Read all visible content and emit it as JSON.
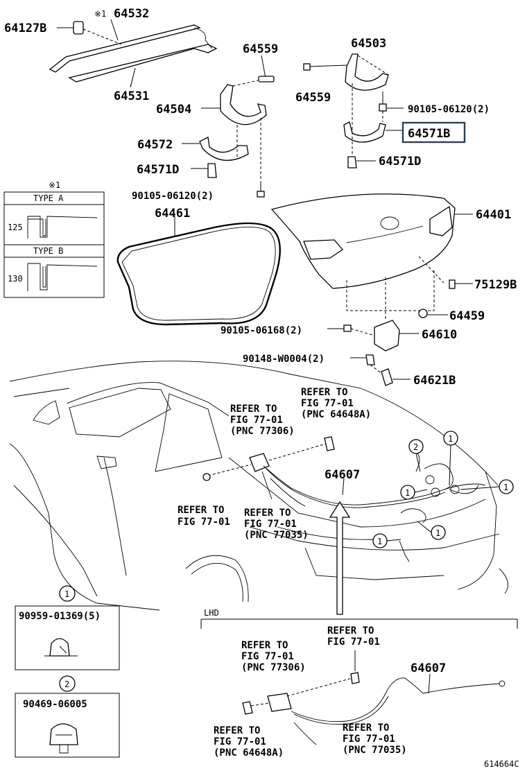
{
  "labels": {
    "p64532": "64532",
    "p64127B": "64127B",
    "p64531": "64531",
    "p64559a": "64559",
    "p64504": "64504",
    "p64572": "64572",
    "p64571D_left": "64571D",
    "bolt_left": "90105-06120(2)",
    "p64503": "64503",
    "p64559b": "64559",
    "bolt_right": "90105-06120(2)",
    "p64571B": "64571B",
    "p64571D_right": "64571D",
    "p64461": "64461",
    "p64401": "64401",
    "p75129B": "75129B",
    "p64459": "64459",
    "bolt_lock": "90105-06168(2)",
    "p64610": "64610",
    "screw": "90148-W0004(2)",
    "p64621B": "64621B",
    "p64607_main": "64607",
    "p64607_lhd": "64607",
    "clip1_part": "90959-01369(5)",
    "clip2_part": "90469-06005",
    "figure_id": "614664C",
    "lhd": "LHD",
    "note_mark": "※1",
    "note_mark_top": "※1",
    "type_a": "TYPE A",
    "type_b": "TYPE B",
    "dim_a": "125",
    "dim_b": "130",
    "callout_1": "1",
    "callout_2": "2"
  },
  "refs": {
    "refer_to": "REFER TO",
    "fig": "FIG 77-01",
    "pnc_77306": "(PNC 77306)",
    "pnc_64648A": "(PNC 64648A)",
    "pnc_77035": "(PNC 77035)"
  },
  "highlight_part": "64571B",
  "colors": {
    "line": "#000000",
    "highlight_box": "#2b3f55"
  }
}
